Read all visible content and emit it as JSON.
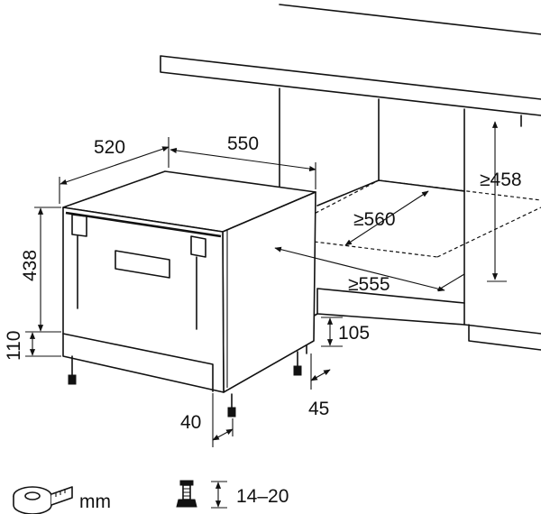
{
  "dimensions": {
    "depth": "520",
    "width": "550",
    "height": "438",
    "plinth": "110",
    "niche_width": "≥560",
    "niche_depth": "≥555",
    "niche_height": "≥458",
    "niche_plinth": "105",
    "side_offset": "40",
    "rear_offset": "45"
  },
  "legend": {
    "unit": "mm",
    "feet_range": "14–20"
  },
  "icons": {
    "tape": "tape-measure-icon",
    "foot": "adjustable-foot-icon"
  }
}
